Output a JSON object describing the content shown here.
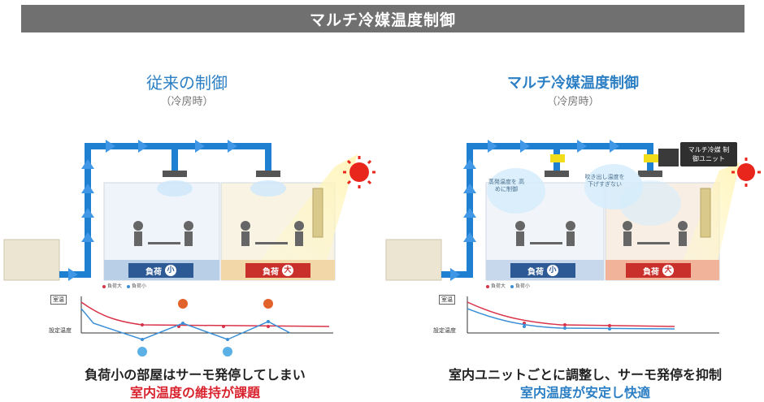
{
  "banner": "マルチ冷媒温度制御",
  "left": {
    "title": "従来の制御",
    "subtitle": "（冷房時）",
    "room_small_label": "負荷",
    "room_small_badge": "小",
    "room_large_label": "負荷",
    "room_large_badge": "大",
    "legend_large": "負荷大",
    "legend_small": "負荷小",
    "y_label": "室温",
    "set_label": "設定温度",
    "caption_line1": "負荷小の部屋はサーモ発停してしまい",
    "caption_line2": "室内温度の維持が課題"
  },
  "right": {
    "title": "マルチ冷媒温度制御",
    "subtitle": "（冷房時）",
    "room_small_label": "負荷",
    "room_small_badge": "小",
    "room_large_label": "負荷",
    "room_large_badge": "大",
    "legend_large": "負荷大",
    "legend_small": "負荷小",
    "y_label": "室温",
    "set_label": "設定温度",
    "bubble1": "蒸発温度を 高めに制御",
    "bubble2": "吹き出し温度を 下げすぎない",
    "control_unit": "マルチ冷媒 制御ユニット",
    "caption_line1": "室内ユニットごとに調整し、サーモ発停を抑制",
    "caption_line2": "室内温度が安定し快適"
  },
  "colors": {
    "pipe": "#1f7fd0",
    "accent_red": "#d9232e",
    "accent_blue": "#2c7fc4",
    "series_large": "#d9334a",
    "series_small": "#3a8fd6",
    "sun": "#e8261c"
  }
}
